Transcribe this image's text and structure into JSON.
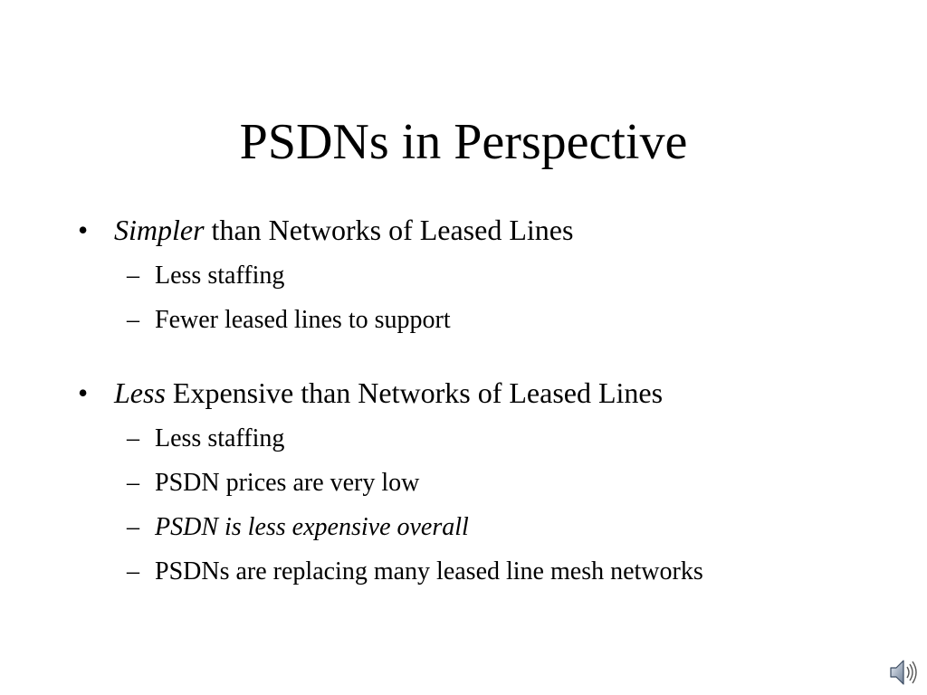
{
  "slide": {
    "title": "PSDNs in Perspective",
    "bullets": [
      {
        "emphasis": "Simpler",
        "rest": " than Networks of Leased Lines",
        "subs": [
          {
            "text": "Less staffing",
            "italic": false
          },
          {
            "text": "Fewer leased lines to support",
            "italic": false
          }
        ]
      },
      {
        "emphasis": "Less",
        "rest": " Expensive than Networks of Leased Lines",
        "subs": [
          {
            "text": "Less staffing",
            "italic": false
          },
          {
            "text": "PSDN prices are very low",
            "italic": false
          },
          {
            "text": "PSDN is less expensive overall",
            "italic": true
          },
          {
            "text": "PSDNs are replacing many leased line mesh networks",
            "italic": false
          }
        ]
      }
    ],
    "bullet_glyph": "•",
    "dash_glyph": "–",
    "audio_icon": "speaker-icon"
  }
}
